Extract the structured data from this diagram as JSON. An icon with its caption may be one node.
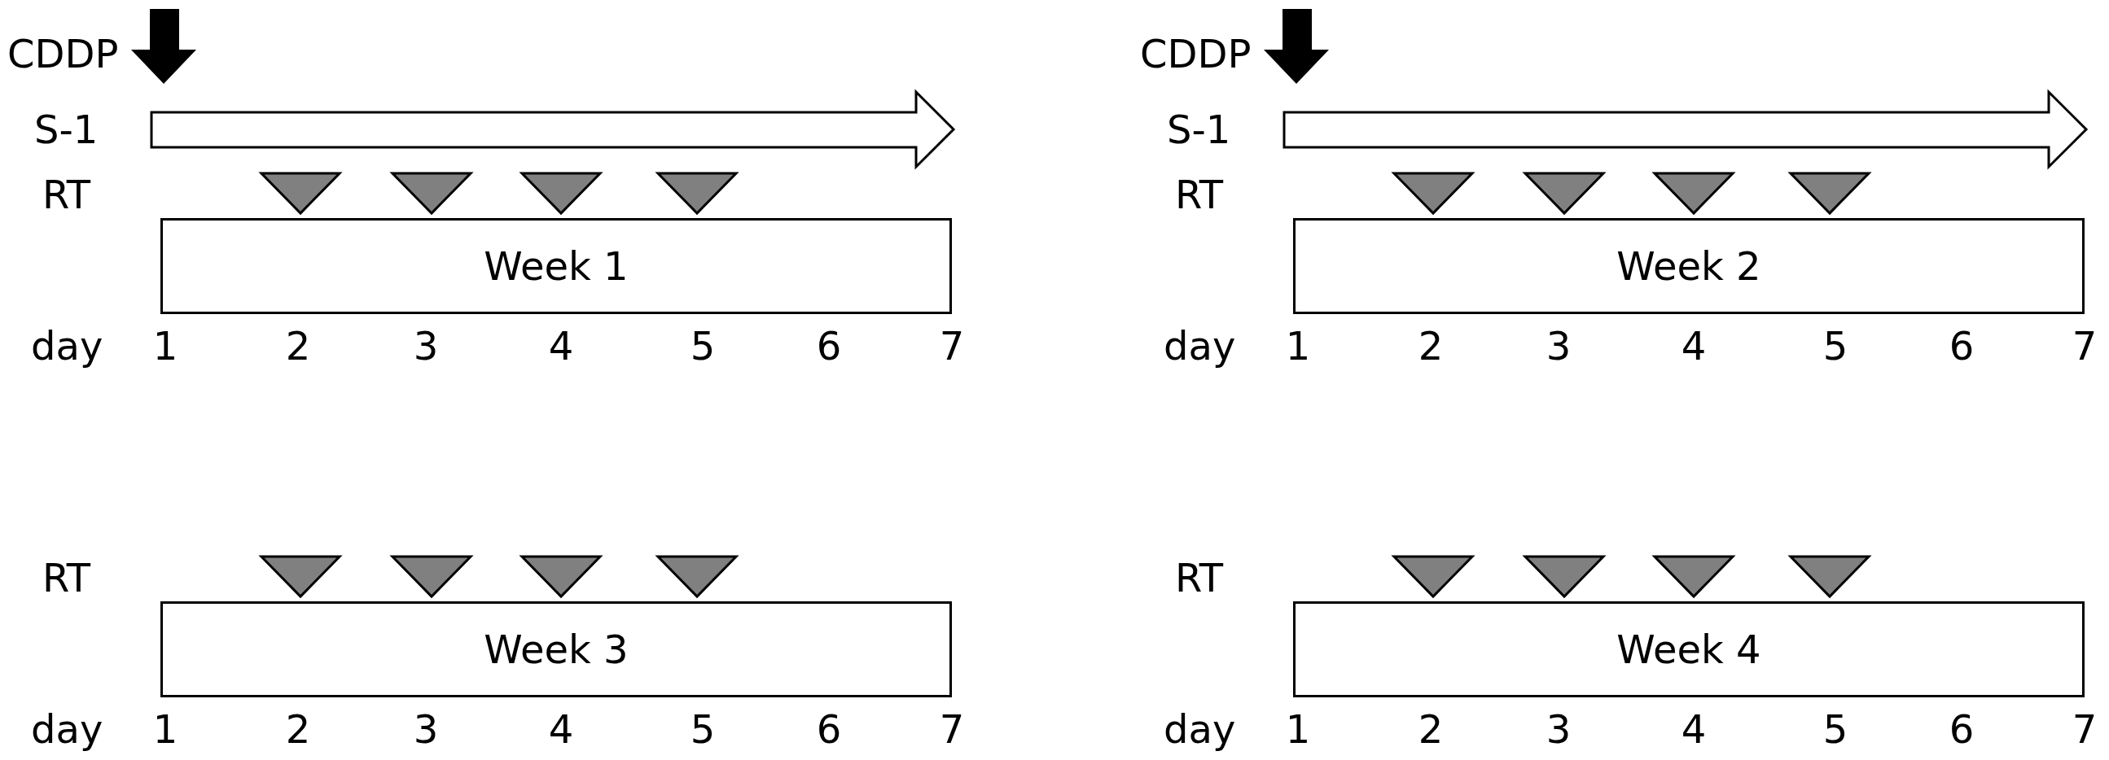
{
  "diagram": {
    "nodes": [
      {
        "text": [
          "Week 1"
        ]
      },
      {
        "text": [
          "Week 2"
        ]
      },
      {
        "text": [
          "Week 3"
        ]
      },
      {
        "text": [
          "Week 4"
        ]
      }
    ],
    "labels": [
      "CDDP",
      "S-1",
      "RT",
      "day",
      "1",
      "2",
      "3",
      "4",
      "5",
      "6",
      "7",
      "CDDP",
      "S-1",
      "RT",
      "day",
      "1",
      "2",
      "3",
      "4",
      "5",
      "6",
      "7",
      "RT",
      "day",
      "1",
      "2",
      "3",
      "4",
      "5",
      "6",
      "7",
      "RT",
      "day",
      "1",
      "2",
      "3",
      "4",
      "5",
      "6",
      "7"
    ]
  }
}
